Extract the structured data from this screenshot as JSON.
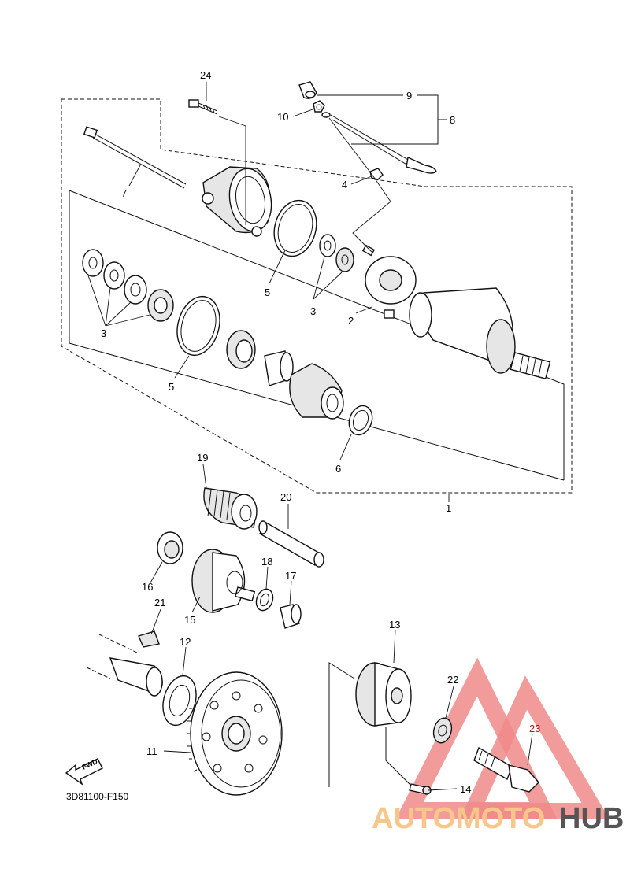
{
  "diagram_code": "3D81100-F150",
  "fwd_label": "FWD",
  "watermark": {
    "part_a": "AUTOMOTO",
    "part_b": "HUB",
    "triangle_color": "#f08a8a",
    "text_color_a": "#f6c68a",
    "text_color_b": "#555555"
  },
  "accent_red": "#d0101a",
  "callouts": {
    "c1": "1",
    "c2": "2",
    "c3a": "3",
    "c3b": "3",
    "c4": "4",
    "c5a": "5",
    "c5b": "5",
    "c6": "6",
    "c7": "7",
    "c8": "8",
    "c9": "9",
    "c10": "10",
    "c11": "11",
    "c12": "12",
    "c13": "13",
    "c14": "14",
    "c15": "15",
    "c16": "16",
    "c17": "17",
    "c18": "18",
    "c19": "19",
    "c20": "20",
    "c21": "21",
    "c22": "22",
    "c23": "23",
    "c24": "24"
  }
}
